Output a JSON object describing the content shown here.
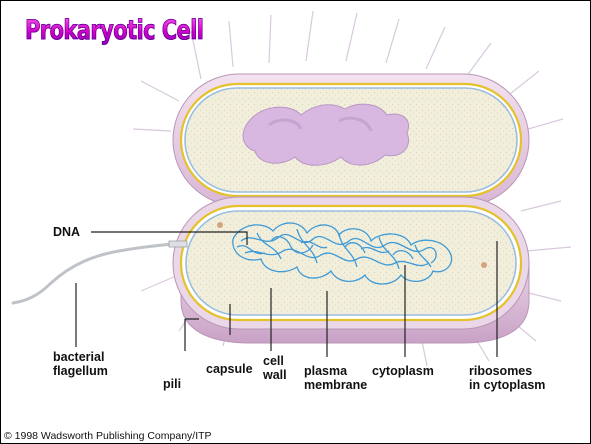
{
  "title": "Prokaryotic Cell",
  "labels": {
    "dna": "DNA",
    "bacterial_flagellum": [
      "bacterial",
      "flagellum"
    ],
    "pili": "pili",
    "capsule": "capsule",
    "cell_wall": [
      "cell",
      "wall"
    ],
    "plasma_membrane": [
      "plasma",
      "membrane"
    ],
    "cytoplasm": "cytoplasm",
    "ribosomes": [
      "ribosomes",
      "in cytoplasm"
    ]
  },
  "copyright": "© 1998 Wadsworth Publishing Company/ITP",
  "colors": {
    "title_fill": "#d000c8",
    "capsule_fill": "#e8cde6",
    "cell_wall_stroke": "#e5c12a",
    "plasma_membrane_stroke": "#9bbde0",
    "cytoplasm_fill": "#f1efdc",
    "dna_color": "#3f9ad6",
    "nucleoid_fill": "#d8b8e0"
  }
}
